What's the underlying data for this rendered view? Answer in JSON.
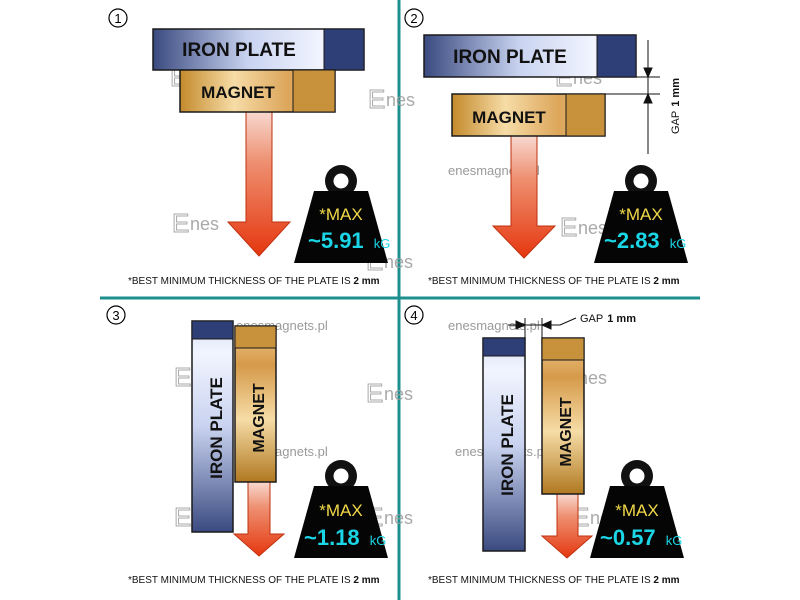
{
  "panels": [
    {
      "number": "1",
      "plate_label": "IRON PLATE",
      "magnet_label": "MAGNET",
      "max_label": "*MAX",
      "force_value": "~5.91",
      "force_unit": "kG",
      "note_prefix": "*BEST MINIMUM THICKNESS OF THE PLATE IS ",
      "note_value": "2 mm"
    },
    {
      "number": "2",
      "plate_label": "IRON PLATE",
      "magnet_label": "MAGNET",
      "gap_label": "GAP",
      "gap_value": "1 mm",
      "max_label": "*MAX",
      "force_value": "~2.83",
      "force_unit": "kG",
      "note_prefix": "*BEST MINIMUM THICKNESS OF THE PLATE IS ",
      "note_value": "2 mm"
    },
    {
      "number": "3",
      "plate_label": "IRON  PLATE",
      "magnet_label": "MAGNET",
      "max_label": "*MAX",
      "force_value": "~1.18",
      "force_unit": "kG",
      "note_prefix": "*BEST MINIMUM THICKNESS OF THE PLATE IS ",
      "note_value": "2 mm"
    },
    {
      "number": "4",
      "plate_label": "IRON PLATE",
      "magnet_label": "MAGNET",
      "gap_label": "GAP",
      "gap_value": "1 mm",
      "max_label": "*MAX",
      "force_value": "~0.57",
      "force_unit": "kG",
      "note_prefix": "*BEST MINIMUM THICKNESS OF THE PLATE IS ",
      "note_value": "2 mm"
    }
  ],
  "watermark": {
    "site": "enesmagnets.pl",
    "logo_letter": "E",
    "logo_text": "nes"
  },
  "colors": {
    "divider": "#1e8f8f",
    "force_text": "#1ad6e6",
    "max_text": "#f2d94a",
    "arrow": "#e8421c",
    "plate_dark": "#2a3b6e",
    "magnet_dark": "#8a5a14"
  }
}
